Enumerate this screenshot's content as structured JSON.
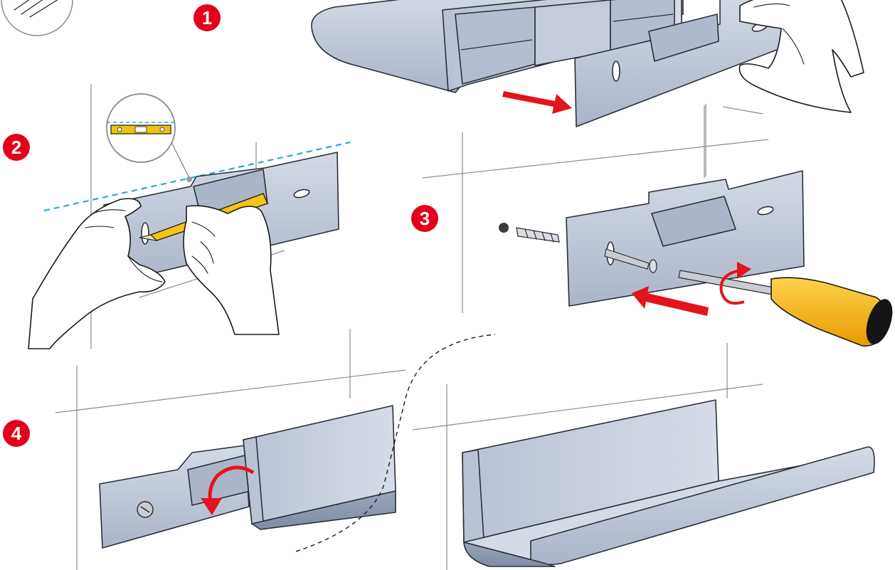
{
  "steps": [
    {
      "number": "1",
      "action": "detach-back-plate"
    },
    {
      "number": "2",
      "action": "level-and-mark"
    },
    {
      "number": "3",
      "action": "drill-plug-screw"
    },
    {
      "number": "4",
      "action": "hook-shelf-onto-plate"
    }
  ],
  "colors": {
    "badge": "#e3001b",
    "arrow": "#e3141b",
    "metal_light": "#c9d1df",
    "metal_mid": "#a9b4c6",
    "metal_dark": "#8593aa",
    "pencil": "#f2c318",
    "level": "#f0c20f",
    "screwdriver_handle": "#f7b500",
    "level_line": "#2aa7d6"
  }
}
